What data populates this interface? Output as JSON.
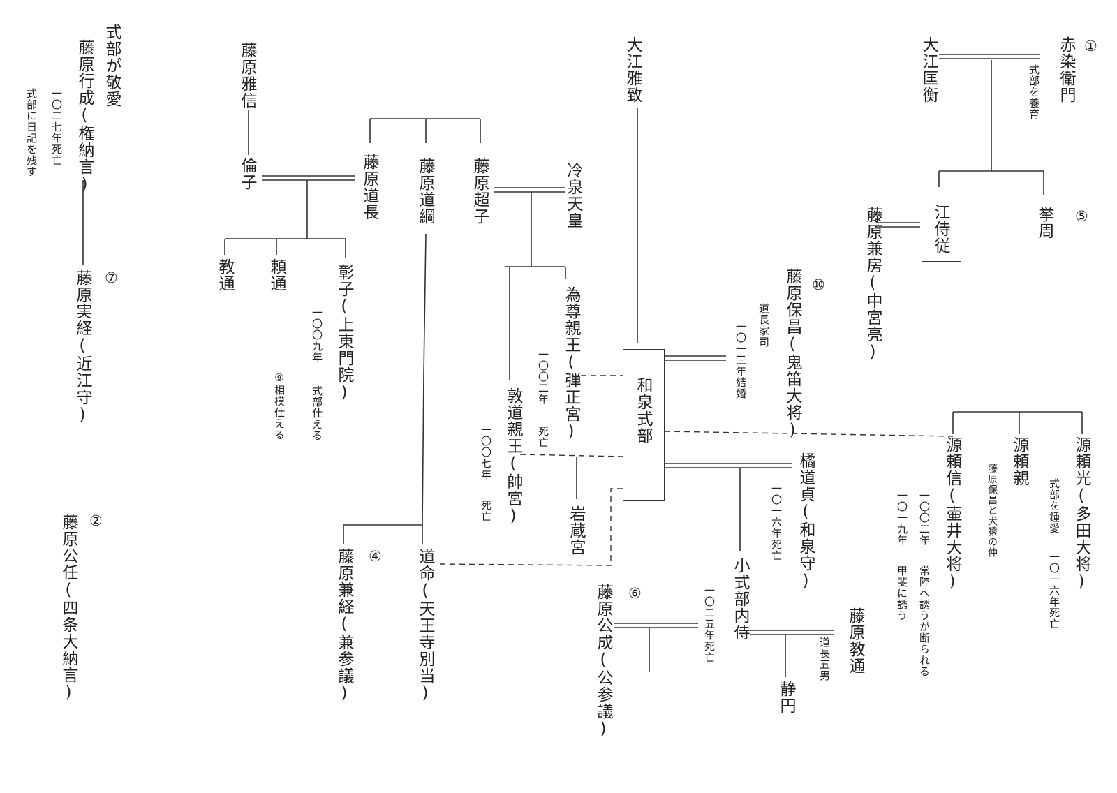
{
  "persons": {
    "akazome": "赤染衛門",
    "oe_masahira": "大江匡衡",
    "takachika": "挙周",
    "go_jiju": "江侍従",
    "kanefusa": "藤原兼房(中宮亮)",
    "oe_masamune": "大江雅致",
    "izumi_shikibu": "和泉式部",
    "yasumasa": "藤原保昌(鬼笛大将)",
    "tachibana": "橘道貞(和泉守)",
    "koshikibu": "小式部内侍",
    "kinnari": "藤原公成(公参議)",
    "norimichi_f": "藤原教通",
    "jouen": "静円",
    "yorimitsu": "源頼光(多田大将)",
    "yorichika": "源頼親",
    "yorinobu": "源頼信(壷井大将)",
    "reizei": "冷泉天皇",
    "choshi": "藤原超子",
    "michitsuna": "藤原道綱",
    "michinaga": "藤原道長",
    "tametaka": "為尊親王(弾正宮)",
    "atsumichi": "敦道親王(帥宮)",
    "iwakura": "岩蔵宮",
    "domyo": "道命(天王寺別当)",
    "kanetsune": "藤原兼経(兼参議)",
    "masanobu": "藤原雅信",
    "rinshi": "倫子",
    "shoshi": "彰子(上東門院)",
    "yorimichi": "頼通",
    "norimichi": "教通",
    "yukinari": "藤原行成(権納言)",
    "sanetsune": "藤原実経(近江守)",
    "kinto": "藤原公任(四条大納言)"
  },
  "notes": {
    "akazome_raised": "式部を養育",
    "yasumasa_year": "一〇一三年結婚",
    "yasumasa_steward": "道長家司",
    "tachibana_death": "一〇一六年死亡",
    "koshikibu_death": "一〇二五年死亡",
    "norimichi_son": "道長五男",
    "yorimitsu_love": "式部を鍾愛",
    "yorimitsu_death": "一〇一六年死亡",
    "yorichika_rival": "藤原保昌と犬猿の仲",
    "yorinobu_hitachi_year": "一〇〇二年",
    "yorinobu_hitachi": "常陸へ誘うが断られる",
    "yorinobu_kai_year": "一〇一九年",
    "yorinobu_kai": "甲斐に誘う",
    "tametaka_year": "一〇〇二年",
    "tametaka_death": "死亡",
    "atsumichi_year": "一〇〇七年",
    "atsumichi_death": "死亡",
    "shoshi_year": "一〇〇九年",
    "shoshi_serve": "式部仕える",
    "sagami": "⑨相模仕える",
    "yukinari_love": "式部が敬愛",
    "yukinari_death": "一〇二七年死亡",
    "yukinari_diary": "式部に日記を残す"
  },
  "markers": {
    "m1": "①",
    "m2": "②",
    "m4": "④",
    "m5": "⑤",
    "m6": "⑥",
    "m7": "⑦",
    "m10": "⑩"
  }
}
